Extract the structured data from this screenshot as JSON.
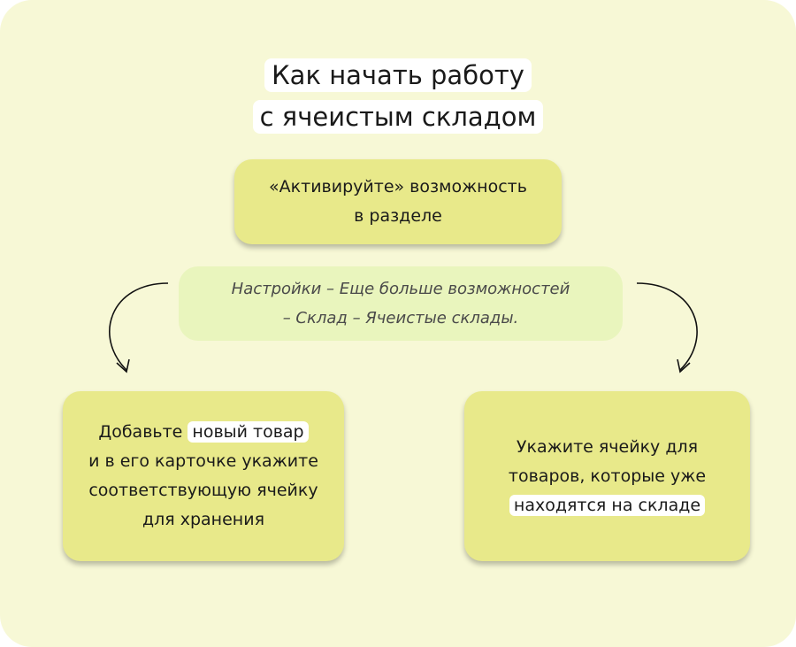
{
  "title": {
    "line1": "Как начать работу",
    "line2": "с ячеистым складом"
  },
  "step_activate": {
    "line1": "«Активируйте» возможность",
    "line2": "в разделе"
  },
  "settings_path": {
    "line1": "Настройки – Еще больше возможностей",
    "line2": "– Склад – Ячеистые склады."
  },
  "option_new_item": {
    "line1_prefix": "Добавьте",
    "line1_highlight": "новый товар",
    "line2": "и в его карточке укажите",
    "line3": "соответствующую ячейку",
    "line4": "для хранения"
  },
  "option_existing_items": {
    "line1": "Укажите ячейку для",
    "line2": "товаров, которые уже",
    "line3_highlight": "находятся на складе"
  },
  "colors": {
    "background": "#f7f8d6",
    "box": "#e8e98a",
    "path_box": "#e9f5bd",
    "highlight": "#ffffff"
  }
}
